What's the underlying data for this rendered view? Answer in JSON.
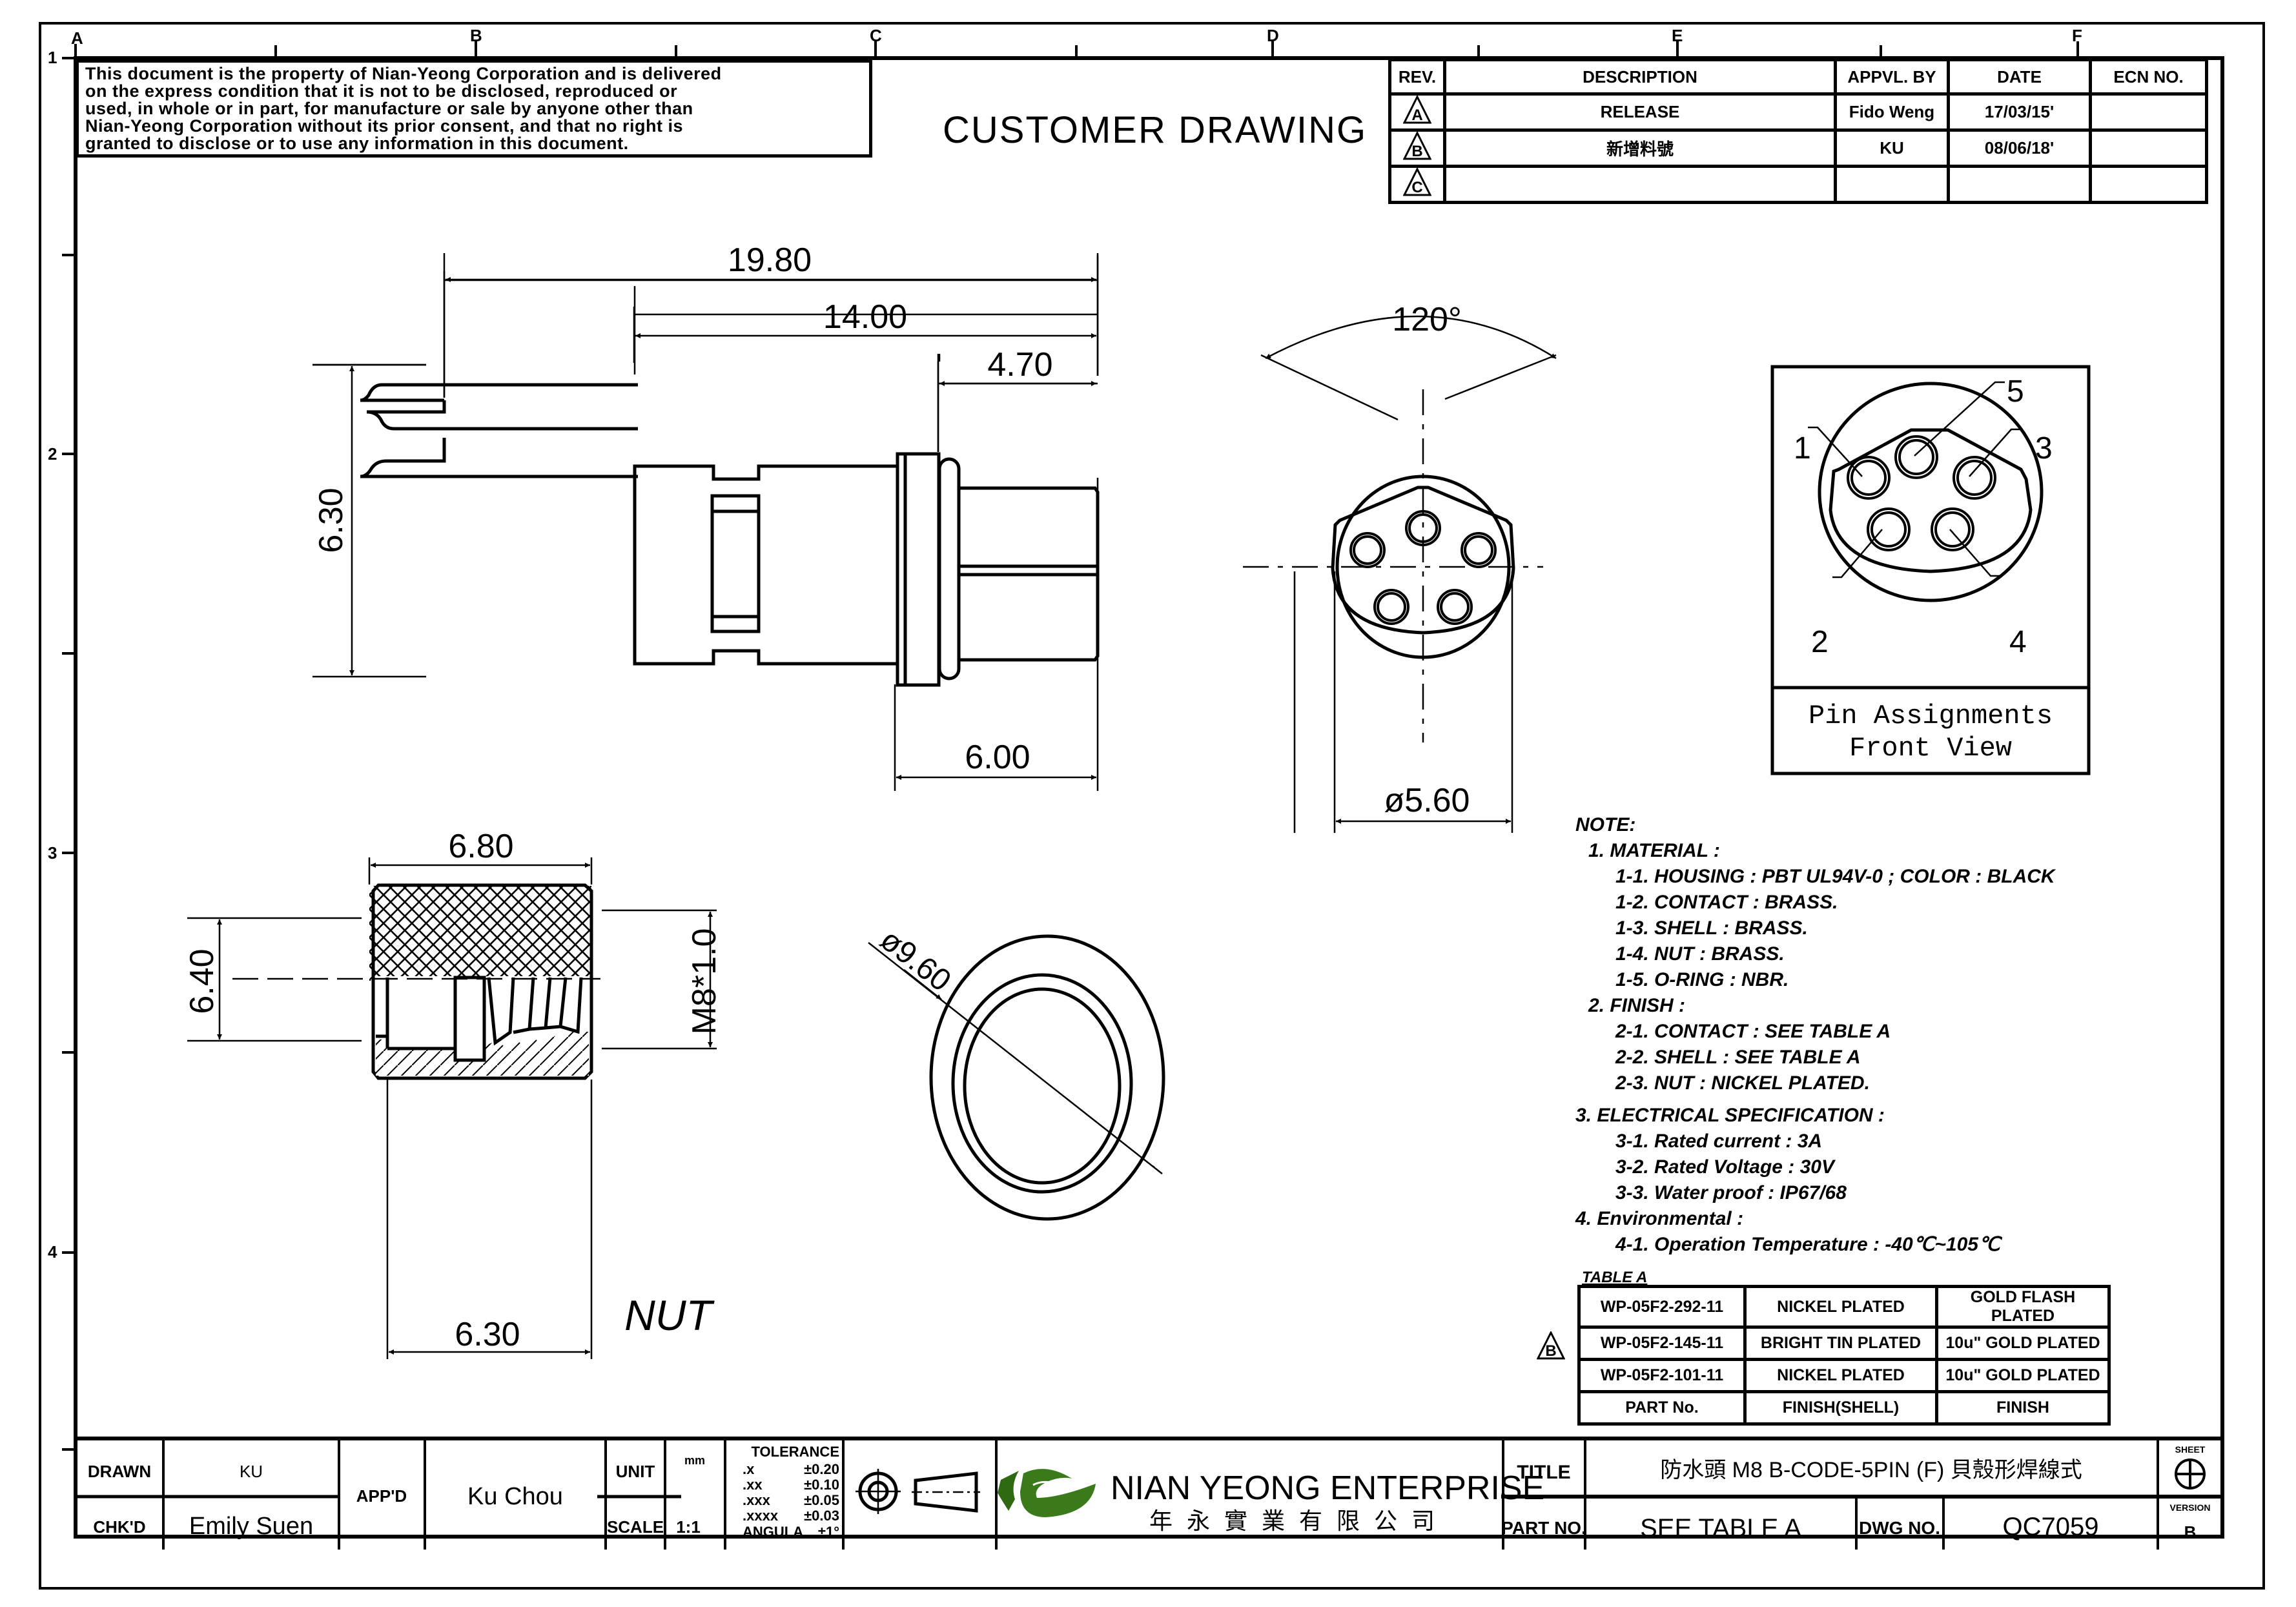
{
  "grid": {
    "columns": [
      "A",
      "B",
      "C",
      "D",
      "E",
      "F"
    ],
    "rows": [
      "1",
      "2",
      "3",
      "4"
    ]
  },
  "disclaimer": {
    "lines": [
      "This document is the property of Nian-Yeong Corporation and is delivered",
      "on  the  express condition that it is not to be disclosed, reproduced or",
      "used, in whole or in part, for manufacture or sale by anyone other than",
      "Nian-Yeong Corporation without  its prior consent, and that  no right  is",
      "granted to disclose or to use any information in this  document."
    ]
  },
  "drawing_title": "CUSTOMER  DRAWING",
  "revision_table": {
    "headers": [
      "REV.",
      "DESCRIPTION",
      "APPVL. BY",
      "DATE",
      "ECN NO."
    ],
    "rows": [
      {
        "rev": "A",
        "description": "RELEASE",
        "approved_by": "Fido Weng",
        "date": "17/03/15'",
        "ecn": ""
      },
      {
        "rev": "B",
        "description": "新增料號",
        "approved_by": "KU",
        "date": "08/06/18'",
        "ecn": ""
      },
      {
        "rev": "C",
        "description": "",
        "approved_by": "",
        "date": "",
        "ecn": ""
      }
    ]
  },
  "side_view": {
    "dims": {
      "overall": "19.80",
      "body": "14.00",
      "front": "4.70",
      "height": "6.30",
      "flange": "6.00"
    }
  },
  "front_view": {
    "dims": {
      "angle": "120°",
      "diameter": "ø5.60"
    }
  },
  "pin_view": {
    "pins": [
      "1",
      "2",
      "3",
      "4",
      "5"
    ],
    "caption_line1": "Pin Assignments",
    "caption_line2": "Front View"
  },
  "nut_view": {
    "label": "NUT",
    "dims": {
      "width_top": "6.80",
      "width_bottom": "6.30",
      "height": "6.40",
      "thread": "M8*1.0"
    }
  },
  "oring_view": {
    "dims": {
      "diameter": "ø9.60"
    }
  },
  "notes": {
    "heading": "NOTE:",
    "sections": [
      {
        "title": "1. MATERIAL :",
        "items": [
          "1-1. HOUSING : PBT UL94V-0 ; COLOR : BLACK",
          "1-2. CONTACT : BRASS.",
          "1-3. SHELL : BRASS.",
          "1-4. NUT : BRASS.",
          "1-5. O-RING : NBR."
        ]
      },
      {
        "title": "2. FINISH :",
        "items": [
          "2-1. CONTACT : SEE TABLE A",
          "2-2. SHELL :  SEE TABLE A",
          "2-3. NUT : NICKEL PLATED."
        ]
      },
      {
        "title": "3. ELECTRICAL SPECIFICATION :",
        "items": [
          "3-1. Rated current : 3A",
          "3-2. Rated Voltage : 30V",
          "3-3. Water proof : IP67/68"
        ]
      },
      {
        "title": "4. Environmental :",
        "items": [
          "4-1. Operation Temperature : -40℃~105℃"
        ]
      }
    ]
  },
  "table_a": {
    "label": "TABLE A",
    "revision_marker": "B",
    "rows": [
      [
        "WP-05F2-292-11",
        "NICKEL PLATED",
        "GOLD FLASH PLATED"
      ],
      [
        "WP-05F2-145-11",
        "BRIGHT TIN PLATED",
        "10u\" GOLD PLATED"
      ],
      [
        "WP-05F2-101-11",
        "NICKEL PLATED",
        "10u\" GOLD PLATED"
      ]
    ],
    "headers": [
      "PART No.",
      "FINISH(SHELL)",
      "FINISH"
    ]
  },
  "title_block": {
    "drawn_label": "DRAWN",
    "drawn_value": "KU",
    "checked_label": "CHK'D",
    "checked_value": "Emily Suen",
    "approved_label": "APP'D",
    "approved_value": "Ku Chou",
    "unit_label": "UNIT",
    "unit_value": "mm",
    "scale_label": "SCALE",
    "scale_value": "1:1",
    "tolerance": {
      "title": "TOLERANCE",
      "rows": [
        {
          "k": ".x",
          "v": "±0.20"
        },
        {
          "k": ".xx",
          "v": "±0.10"
        },
        {
          "k": ".xxx",
          "v": "±0.05"
        },
        {
          "k": ".xxxx",
          "v": "±0.03"
        },
        {
          "k": "ANGULA",
          "v": "±1°"
        }
      ]
    },
    "company_en": "NIAN YEONG ENTERPRISE",
    "company_zh": "年永實業有限公司",
    "brand_color": "#3a7a1a",
    "title_label": "TITLE",
    "title_value": "防水頭 M8 B-CODE-5PIN  (F) 貝殼形焊線式",
    "part_label": "PART NO.",
    "part_value": "SEE TABLE A",
    "dwg_label": "DWG NO.",
    "dwg_value": "QC7059",
    "sheet_label": "SHEET",
    "version_label": "VERSION",
    "version_value": "B"
  }
}
